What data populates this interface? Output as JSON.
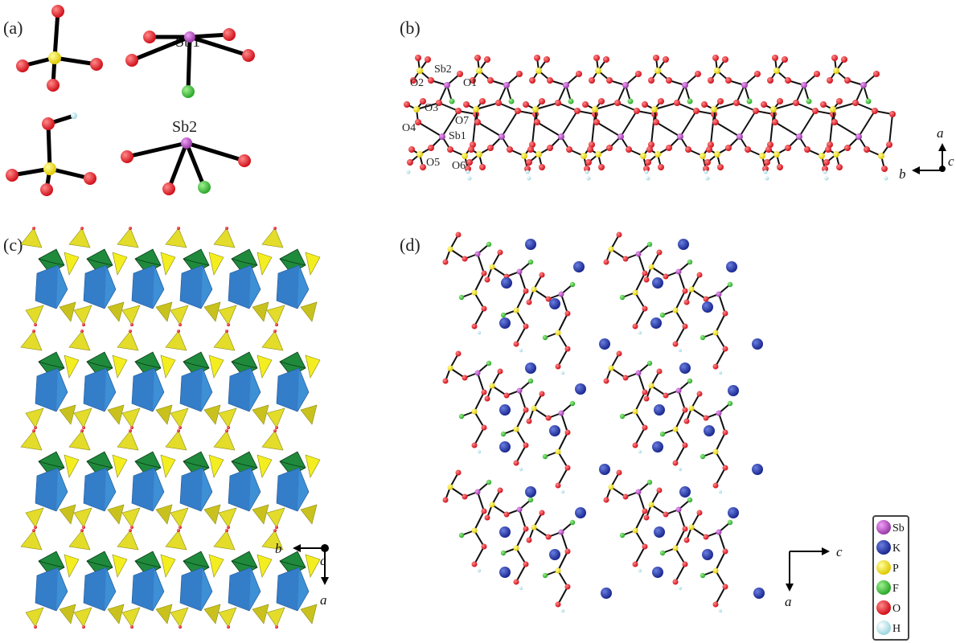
{
  "panels": {
    "a": "(a)",
    "b": "(b)",
    "c": "(c)",
    "d": "(d)"
  },
  "panel_a": {
    "sb1": "Sb1",
    "sb2": "Sb2"
  },
  "panel_b": {
    "atom_labels": [
      "Sb2",
      "O2",
      "O1",
      "O3",
      "O7",
      "O4",
      "Sb1",
      "O5",
      "O6"
    ],
    "axes": {
      "up": "a",
      "left": "b",
      "out": "c"
    }
  },
  "panel_c": {
    "axes": {
      "left": "b",
      "down": "a",
      "out": "c"
    }
  },
  "panel_d": {
    "axes": {
      "right": "c",
      "down": "a"
    },
    "legend": [
      {
        "label": "Sb",
        "color": "#b04ec0"
      },
      {
        "label": "K",
        "color": "#2a3aa6"
      },
      {
        "label": "P",
        "color": "#ffe600"
      },
      {
        "label": "F",
        "color": "#3fbf3a"
      },
      {
        "label": "O",
        "color": "#e8131b"
      },
      {
        "label": "H",
        "color": "#d8f0f4"
      }
    ]
  },
  "colors": {
    "Sb": "#b04ec0",
    "K": "#2a3aa6",
    "P": "#ffe600",
    "F": "#3fbf3a",
    "O": "#e8131b",
    "H": "#d8f0f4",
    "poly_blue": "#3d8fd6",
    "poly_yellow": "#e3dc2a",
    "poly_green": "#1f8a3c"
  }
}
